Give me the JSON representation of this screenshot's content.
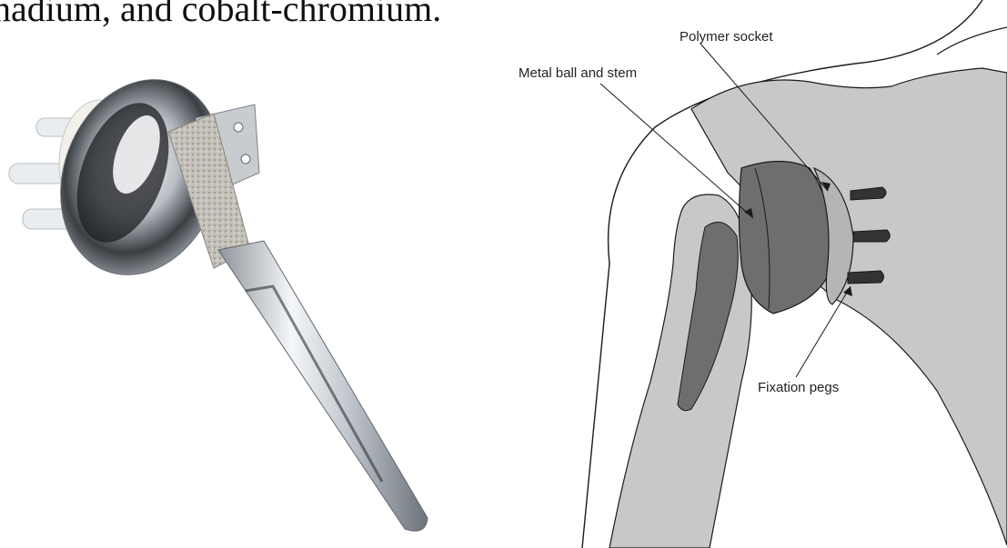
{
  "caption": {
    "text": "nadium, and cobalt-chromium."
  },
  "diagram": {
    "labels": {
      "polymer_socket": "Polymer socket",
      "metal_ball_stem": "Metal ball and stem",
      "fixation_pegs": "Fixation pegs"
    }
  },
  "colors": {
    "bone_gray": "#c8c8c8",
    "implant_dark": "#6e6e6e",
    "line": "#1a1a1a",
    "chrome": "#d9dde2",
    "porous": "#b9b6ae"
  }
}
